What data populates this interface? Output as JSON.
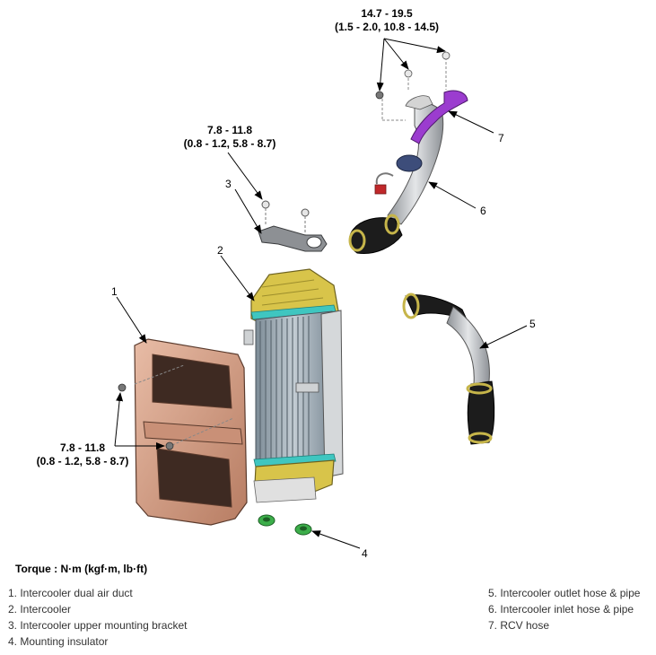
{
  "torque_specs": {
    "upper": {
      "line1": "14.7 - 19.5",
      "line2": "(1.5 - 2.0, 10.8 - 14.5)"
    },
    "bracket": {
      "line1": "7.8 - 11.8",
      "line2": "(0.8 - 1.2, 5.8 - 8.7)"
    },
    "duct": {
      "line1": "7.8 - 11.8",
      "line2": "(0.8 - 1.2, 5.8 - 8.7)"
    }
  },
  "callouts": {
    "c1": "1",
    "c2": "2",
    "c3": "3",
    "c4": "4",
    "c5": "5",
    "c6": "6",
    "c7": "7"
  },
  "torque_title": "Torque : N·m (kgf·m, lb·ft)",
  "legend": {
    "left": [
      "1. Intercooler dual air duct",
      "2. Intercooler",
      "3. Intercooler upper mounting bracket",
      "4. Mounting insulator"
    ],
    "right": [
      "5. Intercooler outlet hose & pipe",
      "6. Intercooler inlet hose & pipe",
      "7. RCV hose"
    ]
  },
  "colors": {
    "duct": "#d9a48c",
    "intercooler_tank": "#d8c44a",
    "intercooler_core": "#9aa9b4",
    "seal": "#3fc6c0",
    "pipe": "#b9bcc0",
    "hose": "#1c1c1c",
    "clamp": "#c6b54a",
    "rcv_hose": "#9b3ccf",
    "insulator": "#3cae4a",
    "red_part": "#c0282a"
  }
}
